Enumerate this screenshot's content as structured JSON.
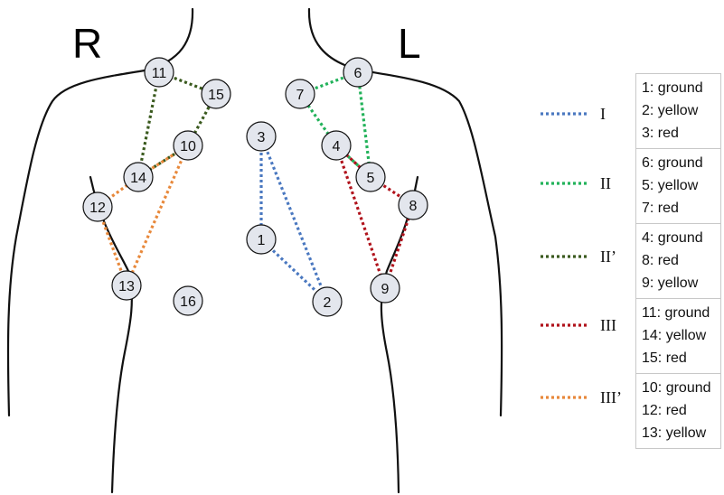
{
  "side_labels": {
    "right": "R",
    "left": "L"
  },
  "electrodes": [
    {
      "id": "1"
    },
    {
      "id": "2"
    },
    {
      "id": "3"
    },
    {
      "id": "4"
    },
    {
      "id": "5"
    },
    {
      "id": "6"
    },
    {
      "id": "7"
    },
    {
      "id": "8"
    },
    {
      "id": "9"
    },
    {
      "id": "10"
    },
    {
      "id": "11"
    },
    {
      "id": "12"
    },
    {
      "id": "13"
    },
    {
      "id": "14"
    },
    {
      "id": "15"
    },
    {
      "id": "16"
    }
  ],
  "leads": [
    {
      "name": "I",
      "color": "#4a78c0",
      "path": [
        "3",
        "1",
        "2",
        "3"
      ],
      "entries": [
        "1: ground",
        "2: yellow",
        "3: red"
      ]
    },
    {
      "name": "II",
      "color": "#22b25a",
      "path": [
        "7",
        "6",
        "5",
        "4",
        "7"
      ],
      "entries": [
        "6: ground",
        "5: yellow",
        "7: red"
      ]
    },
    {
      "name": "II’",
      "color": "#3a5a1e",
      "path": [
        "11",
        "15",
        "10",
        "14",
        "11"
      ],
      "entries": [
        "4: ground",
        "8: red",
        "9: yellow"
      ]
    },
    {
      "name": "III",
      "color": "#b0121b",
      "path": [
        "4",
        "9",
        "8",
        "5",
        "4"
      ],
      "entries": [
        "11: ground",
        "14: yellow",
        "15: red"
      ]
    },
    {
      "name": "III’",
      "color": "#e8883a",
      "path": [
        "12",
        "13",
        "10",
        "14",
        "12"
      ],
      "entries": [
        "10: ground",
        "12: red",
        "13: yellow"
      ]
    }
  ],
  "colors": {
    "node_fill": "#e3e6ed",
    "node_stroke": "#111111",
    "outline": "#111111"
  }
}
